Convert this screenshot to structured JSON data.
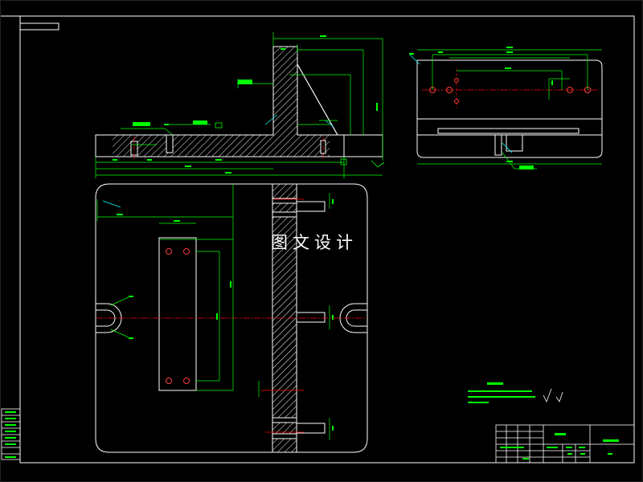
{
  "watermark": "图文设计",
  "colors": {
    "background": "#000000",
    "outline": "#ffffff",
    "dimension": "#00ff00",
    "hatch": "#ffffff",
    "centerline": "#ff0000",
    "holes": "#ff3b3b",
    "leader": "#00ffff",
    "text_label": "#ffff00"
  },
  "views": [
    "top-elevation",
    "side-view",
    "plan-view"
  ]
}
